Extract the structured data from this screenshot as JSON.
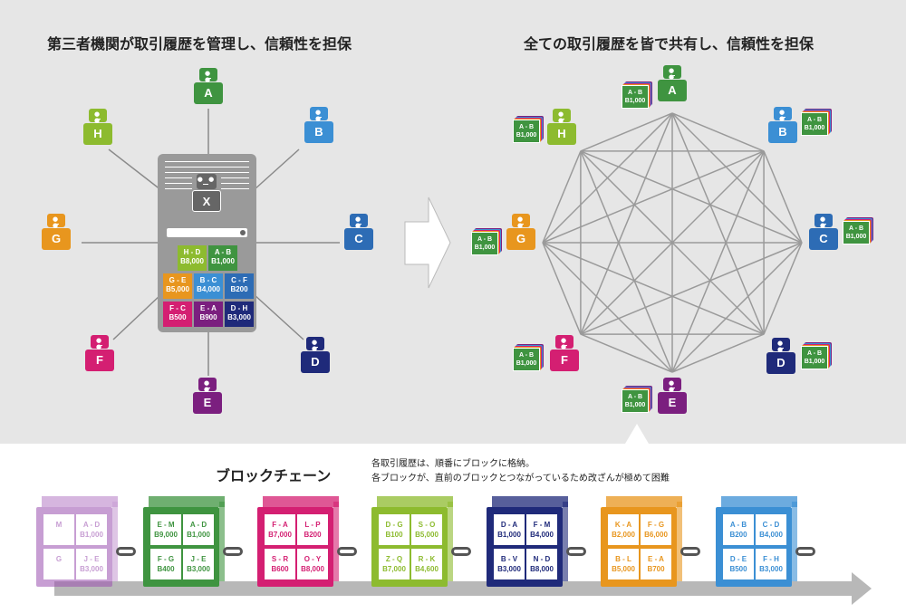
{
  "left_title": "第三者機関が取引履歴を管理し、信頼性を担保",
  "right_title": "全ての取引履歴を皆で共有し、信頼性を担保",
  "center_robot": "X",
  "nodes": {
    "A": "A",
    "B": "B",
    "C": "C",
    "D": "D",
    "E": "E",
    "F": "F",
    "G": "G",
    "H": "H"
  },
  "ledger_cells": [
    {
      "pair": "H - D",
      "amount": "B8,000"
    },
    {
      "pair": "A - B",
      "amount": "B1,000"
    },
    {
      "pair": "G - E",
      "amount": "B5,000"
    },
    {
      "pair": "B - C",
      "amount": "B4,000"
    },
    {
      "pair": "C - F",
      "amount": "B200"
    },
    {
      "pair": "F - C",
      "amount": "B500"
    },
    {
      "pair": "E - A",
      "amount": "B900"
    },
    {
      "pair": "D - H",
      "amount": "B3,000"
    }
  ],
  "shared_tx": {
    "pair": "A - B",
    "amount": "B1,000"
  },
  "blockchain_title": "ブロックチェーン",
  "blockchain_desc1": "各取引履歴は、順番にブロックに格納。",
  "blockchain_desc2": "各ブロックが、直前のブロックとつながっているため改ざんが極めて困難",
  "blocks": [
    {
      "tx": [
        {
          "p": "M",
          "a": ""
        },
        {
          "p": "A - D",
          "a": "B1,000"
        },
        {
          "p": "G",
          "a": ""
        },
        {
          "p": "J - E",
          "a": "B3,000"
        }
      ]
    },
    {
      "tx": [
        {
          "p": "E - M",
          "a": "B9,000"
        },
        {
          "p": "A - D",
          "a": "B1,000"
        },
        {
          "p": "F - G",
          "a": "B400"
        },
        {
          "p": "J - E",
          "a": "B3,000"
        }
      ]
    },
    {
      "tx": [
        {
          "p": "F - A",
          "a": "B7,000"
        },
        {
          "p": "L - P",
          "a": "B200"
        },
        {
          "p": "S - R",
          "a": "B600"
        },
        {
          "p": "O - Y",
          "a": "B8,000"
        }
      ]
    },
    {
      "tx": [
        {
          "p": "D - G",
          "a": "B100"
        },
        {
          "p": "S - O",
          "a": "B5,000"
        },
        {
          "p": "Z - Q",
          "a": "B7,000"
        },
        {
          "p": "R - K",
          "a": "B4,600"
        }
      ]
    },
    {
      "tx": [
        {
          "p": "D - A",
          "a": "B1,000"
        },
        {
          "p": "F - M",
          "a": "B4,000"
        },
        {
          "p": "B - V",
          "a": "B3,000"
        },
        {
          "p": "N - D",
          "a": "B8,000"
        }
      ]
    },
    {
      "tx": [
        {
          "p": "K - A",
          "a": "B2,000"
        },
        {
          "p": "F - G",
          "a": "B6,000"
        },
        {
          "p": "B - L",
          "a": "B5,000"
        },
        {
          "p": "E - A",
          "a": "B700"
        }
      ]
    },
    {
      "tx": [
        {
          "p": "A - B",
          "a": "B200"
        },
        {
          "p": "C - D",
          "a": "B4,000"
        },
        {
          "p": "D - E",
          "a": "B500"
        },
        {
          "p": "F - H",
          "a": "B3,000"
        }
      ]
    }
  ],
  "colors": {
    "A": "#3f9440",
    "B": "#3b8fd4",
    "C": "#2d6cb5",
    "D": "#1f2a7a",
    "E": "#7b1f7f",
    "F": "#d41f72",
    "G": "#e8961e",
    "H": "#8dbb2f",
    "X": "#666666",
    "ledger_bg": "#9a9a9a",
    "block_colors": [
      "#9b4fb0",
      "#3f9440",
      "#d41f72",
      "#8dbb2f",
      "#1f2a7a",
      "#e8961e",
      "#3b8fd4"
    ]
  }
}
